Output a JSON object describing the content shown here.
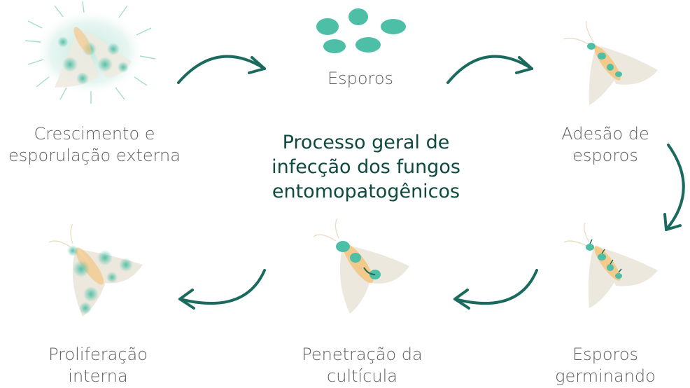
{
  "center_title": "Processo geral de\ninfecção dos fungos\nentomopatogênicos",
  "labels": {
    "growth": "Crescimento e\nesporulação externa",
    "spores": "Esporos",
    "adhesion": "Adesão de\nesporos",
    "germinating": "Esporos\ngerminando",
    "penetration": "Penetração da\ncultícula",
    "proliferation": "Proliferação\ninterna"
  },
  "colors": {
    "arrow": "#1a6b5e",
    "spore": "#4dbfa6",
    "title": "#0e4a3e",
    "text": "#5f5f5f",
    "wing": "#ece8de",
    "body": "#f3c98c"
  }
}
